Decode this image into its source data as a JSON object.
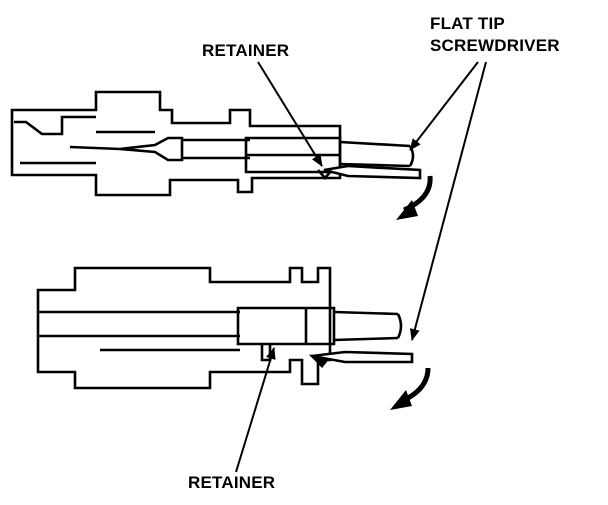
{
  "labels": {
    "retainer_top": "RETAINER",
    "screwdriver_line1": "FLAT TIP",
    "screwdriver_line2": "SCREWDRIVER",
    "retainer_bottom": "RETAINER"
  },
  "colors": {
    "ink": "#000000",
    "background": "#ffffff"
  },
  "icons": {
    "rotation_arrow": "curved-arrow-down-left"
  }
}
